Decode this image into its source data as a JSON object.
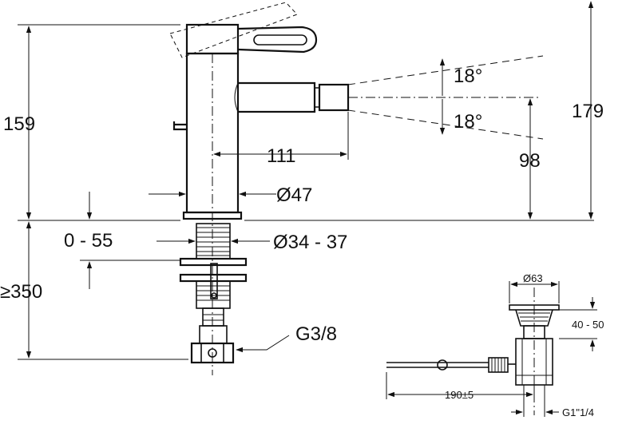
{
  "dimensions": {
    "height_to_spout": "159",
    "total_height": "179",
    "spout_height": "98",
    "spout_reach": "111",
    "body_diameter": "Ø47",
    "angle_up": "18°",
    "angle_down": "18°",
    "deck_thickness": "0 - 55",
    "hole_diameter": "Ø34 - 37",
    "hose_length": "≥350",
    "connection_thread": "G3/8"
  },
  "waste": {
    "flange_diameter": "Ø63",
    "body_height": "40 - 50",
    "rod_length": "190±5",
    "outlet_thread": "G1\"1/4"
  }
}
